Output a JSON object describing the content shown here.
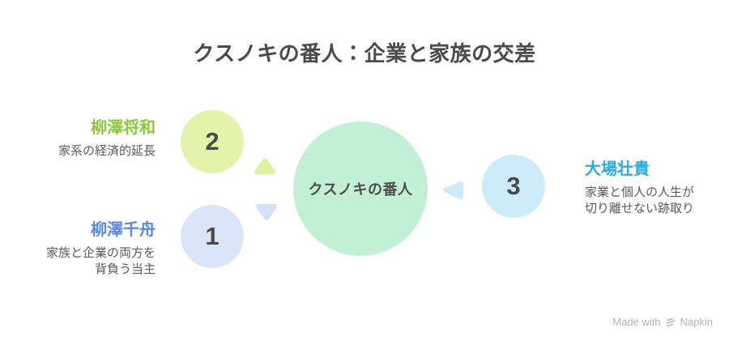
{
  "title": "クスノキの番人：企業と家族の交差",
  "center_node": {
    "label": "クスノキの番人",
    "fill": "#c2f0d5"
  },
  "nodes": [
    {
      "number": "1",
      "name": "柳澤千舟",
      "desc_line1": "家族と企業の両方を",
      "desc_line2": "背負う当主",
      "name_color": "#5b87e8",
      "circle_fill": "#dbe5fa"
    },
    {
      "number": "2",
      "name": "柳澤将和",
      "desc_line1": "家系の経済的延長",
      "name_color": "#8cc63f",
      "circle_fill": "#e4f3ab"
    },
    {
      "number": "3",
      "name": "大場壮貴",
      "desc_line1": "家業と個人の人生が",
      "desc_line2": "切り離せない跡取り",
      "name_color": "#29abe2",
      "circle_fill": "#cdecfa"
    }
  ],
  "arrows": [
    {
      "direction": "up",
      "color": "#ddf2a3"
    },
    {
      "direction": "down",
      "color": "#d4e1f9"
    },
    {
      "direction": "left",
      "color": "#cdecfa"
    }
  ],
  "text_colors": {
    "title": "#4a4a4a",
    "description": "#5a5a5a",
    "footer": "#b3b3b3"
  },
  "footer": {
    "prefix": "Made with",
    "brand": "Napkin"
  }
}
